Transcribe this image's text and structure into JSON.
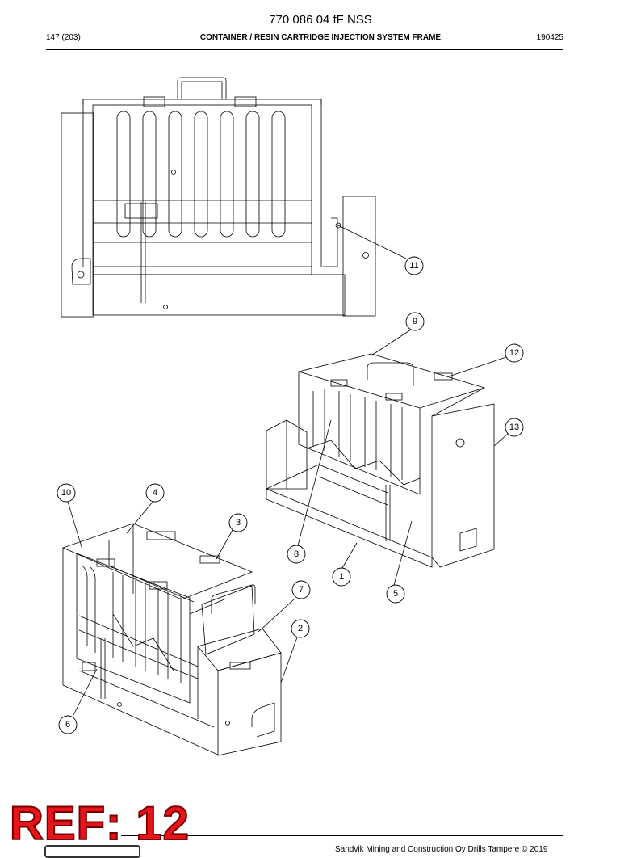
{
  "header": {
    "doc_number": "770 086 04 fF NSS",
    "page": "147 (203)",
    "title": "CONTAINER / RESIN CARTRIDGE INJECTION SYSTEM FRAME",
    "date": "190425"
  },
  "callouts": [
    "11",
    "9",
    "12",
    "13",
    "10",
    "4",
    "3",
    "8",
    "1",
    "7",
    "5",
    "2",
    "6"
  ],
  "ref_stamp": "REF: 12",
  "footer": {
    "copyright": "Sandvik Mining and Construction Oy Drills Tampere © 2019"
  },
  "colors": {
    "line": "#000000",
    "ref_stamp": "#e8141b"
  }
}
